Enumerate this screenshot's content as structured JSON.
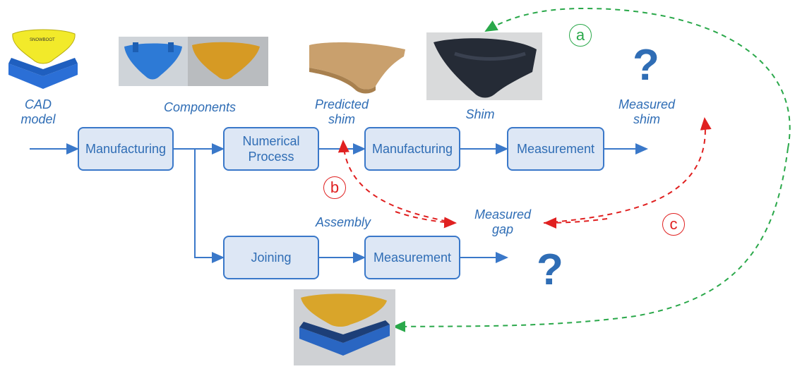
{
  "labels": {
    "cad_model": "CAD\nmodel",
    "components": "Components",
    "predicted_shim": "Predicted\nshim",
    "shim": "Shim",
    "measured_shim": "Measured\nshim",
    "assembly": "Assembly",
    "measured_gap": "Measured\ngap"
  },
  "boxes": {
    "manufacturing_1": "Manufacturing",
    "numerical_process": "Numerical\nProcess",
    "manufacturing_2": "Manufacturing",
    "measurement_1": "Measurement",
    "joining": "Joining",
    "measurement_2": "Measurement"
  },
  "markers": {
    "a": "a",
    "b": "b",
    "c": "c",
    "question_1": "?",
    "question_2": "?"
  },
  "colors": {
    "flow_blue": "#3a78c9",
    "box_fill": "#dde7f5",
    "text_blue": "#2f6db5",
    "link_green": "#2aa84a",
    "link_red": "#e02020"
  }
}
